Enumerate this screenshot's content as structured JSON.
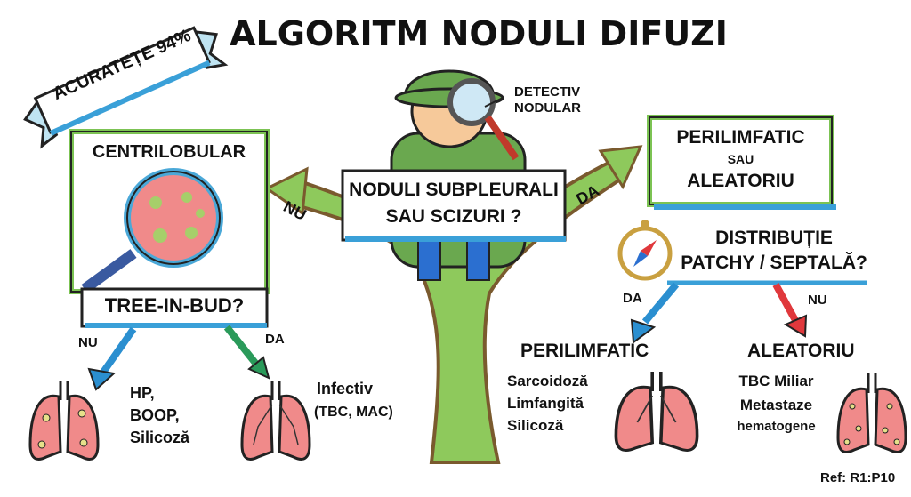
{
  "title": "ALGORITM NODULI DIFUZI",
  "banner": "ACURATEȚE 94%",
  "detective_label": [
    "DETECTIV",
    "NODULAR"
  ],
  "central_question": [
    "NODULI SUBPLEURALI",
    "SAU SCIZURI ?"
  ],
  "left_branch": {
    "arrow_label": "NU",
    "box_title": "CENTRILOBULAR",
    "question": "TREE-IN-BUD?",
    "no": {
      "label": "NU",
      "items": [
        "HP,",
        "BOOP,",
        "Silicoză"
      ]
    },
    "yes": {
      "label": "DA",
      "items": [
        "Infectiv",
        "(TBC, MAC)"
      ]
    }
  },
  "right_branch": {
    "arrow_label": "DA",
    "box_title": [
      "PERILIMFATIC",
      "SAU",
      "ALEATORIU"
    ],
    "question": [
      "DISTRIBUȚIE",
      "PATCHY / SEPTALĂ?"
    ],
    "yes": {
      "label": "DA",
      "title": "PERILIMFATIC",
      "items": [
        "Sarcoidoză",
        "Limfangită",
        "Silicoză"
      ]
    },
    "no": {
      "label": "NU",
      "title": "ALEATORIU",
      "items": [
        "TBC Miliar",
        "Metastaze",
        "hematogene"
      ]
    }
  },
  "reference": "Ref: R1:P10",
  "colors": {
    "green": "#7cc353",
    "blue": "#2b8fd0",
    "red": "#e0383c",
    "lung": "#f08a8a",
    "trunk": "#8ec95c",
    "bark": "#7a5a2e"
  }
}
